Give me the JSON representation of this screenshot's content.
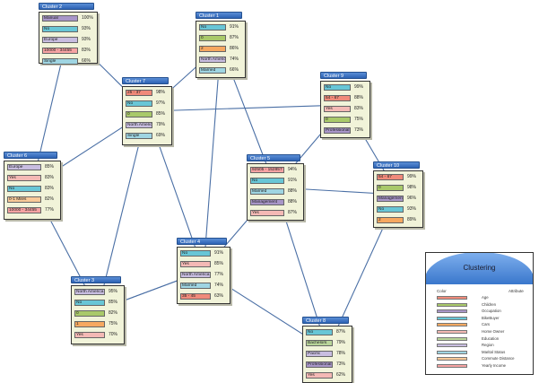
{
  "colors": {
    "Age": "#f08a7a",
    "Children": "#a9c96a",
    "Occupation": "#a896c8",
    "BikeBuyer": "#68c6d6",
    "Cars": "#f6a860",
    "HomeOwner": "#f4b9b5",
    "Education": "#b9d59a",
    "Region": "#c8bde0",
    "MaritalStatus": "#9fd5e2",
    "CommuteDistance": "#f8c998",
    "YearlyIncome": "#f7a3a3"
  },
  "clusters": [
    {
      "id": "c2",
      "title": "Cluster 2",
      "rows": [
        {
          "label": "Manual",
          "value": "100%",
          "attr": "Occupation"
        },
        {
          "label": "No",
          "value": "93%",
          "attr": "BikeBuyer"
        },
        {
          "label": "Europe",
          "value": "93%",
          "attr": "Region"
        },
        {
          "label": "10000 - 34455",
          "value": "83%",
          "attr": "YearlyIncome"
        },
        {
          "label": "Single",
          "value": "66%",
          "attr": "MaritalStatus"
        }
      ]
    },
    {
      "id": "c1",
      "title": "Cluster 1",
      "rows": [
        {
          "label": "No",
          "value": "91%",
          "attr": "BikeBuyer"
        },
        {
          "label": "0",
          "value": "87%",
          "attr": "Children"
        },
        {
          "label": "2",
          "value": "86%",
          "attr": "Cars"
        },
        {
          "label": "North America",
          "value": "74%",
          "attr": "Region"
        },
        {
          "label": "Married",
          "value": "66%",
          "attr": "MaritalStatus"
        }
      ]
    },
    {
      "id": "c7",
      "title": "Cluster 7",
      "rows": [
        {
          "label": "25 - 37",
          "value": "98%",
          "attr": "Age"
        },
        {
          "label": "No",
          "value": "97%",
          "attr": "BikeBuyer"
        },
        {
          "label": "0",
          "value": "85%",
          "attr": "Children"
        },
        {
          "label": "North America",
          "value": "79%",
          "attr": "Region"
        },
        {
          "label": "Single",
          "value": "69%",
          "attr": "MaritalStatus"
        }
      ]
    },
    {
      "id": "c9",
      "title": "Cluster 9",
      "rows": [
        {
          "label": "No",
          "value": "99%",
          "attr": "BikeBuyer"
        },
        {
          "label": "54 - 67",
          "value": "88%",
          "attr": "Age"
        },
        {
          "label": "Yes",
          "value": "83%",
          "attr": "HomeOwner"
        },
        {
          "label": "0",
          "value": "75%",
          "attr": "Children"
        },
        {
          "label": "Professional",
          "value": "73%",
          "attr": "Occupation"
        }
      ]
    },
    {
      "id": "c6",
      "title": "Cluster 6",
      "rows": [
        {
          "label": "Europe",
          "value": "85%",
          "attr": "Region"
        },
        {
          "label": "Yes",
          "value": "83%",
          "attr": "HomeOwner"
        },
        {
          "label": "No",
          "value": "83%",
          "attr": "BikeBuyer"
        },
        {
          "label": "0-1 Miles",
          "value": "82%",
          "attr": "CommuteDistance"
        },
        {
          "label": "10000 - 34455",
          "value": "77%",
          "attr": "YearlyIncome"
        }
      ]
    },
    {
      "id": "c5",
      "title": "Cluster 5",
      "rows": [
        {
          "label": "92505 - 152857",
          "value": "94%",
          "attr": "YearlyIncome"
        },
        {
          "label": "No",
          "value": "91%",
          "attr": "BikeBuyer"
        },
        {
          "label": "Married",
          "value": "88%",
          "attr": "MaritalStatus"
        },
        {
          "label": "Management",
          "value": "88%",
          "attr": "Occupation"
        },
        {
          "label": "Yes",
          "value": "87%",
          "attr": "HomeOwner"
        }
      ]
    },
    {
      "id": "c10",
      "title": "Cluster 10",
      "rows": [
        {
          "label": "54 - 67",
          "value": "99%",
          "attr": "Age"
        },
        {
          "label": "0",
          "value": "98%",
          "attr": "Children"
        },
        {
          "label": "Management",
          "value": "96%",
          "attr": "Occupation"
        },
        {
          "label": "No",
          "value": "93%",
          "attr": "BikeBuyer"
        },
        {
          "label": "2",
          "value": "89%",
          "attr": "Cars"
        }
      ]
    },
    {
      "id": "c4",
      "title": "Cluster 4",
      "rows": [
        {
          "label": "No",
          "value": "91%",
          "attr": "BikeBuyer"
        },
        {
          "label": "Yes",
          "value": "85%",
          "attr": "HomeOwner"
        },
        {
          "label": "North America",
          "value": "77%",
          "attr": "Region"
        },
        {
          "label": "Married",
          "value": "74%",
          "attr": "MaritalStatus"
        },
        {
          "label": "35 - 45",
          "value": "63%",
          "attr": "Age"
        }
      ]
    },
    {
      "id": "c3",
      "title": "Cluster 3",
      "rows": [
        {
          "label": "North America",
          "value": "95%",
          "attr": "Region"
        },
        {
          "label": "No",
          "value": "85%",
          "attr": "BikeBuyer"
        },
        {
          "label": "0",
          "value": "82%",
          "attr": "Children"
        },
        {
          "label": "1",
          "value": "75%",
          "attr": "Cars"
        },
        {
          "label": "Yes",
          "value": "70%",
          "attr": "HomeOwner"
        }
      ]
    },
    {
      "id": "c8",
      "title": "Cluster 8",
      "rows": [
        {
          "label": "No",
          "value": "87%",
          "attr": "BikeBuyer"
        },
        {
          "label": "Bachelors",
          "value": "79%",
          "attr": "Education"
        },
        {
          "label": "Pacific",
          "value": "78%",
          "attr": "Region"
        },
        {
          "label": "Professional",
          "value": "73%",
          "attr": "Occupation"
        },
        {
          "label": "Yes",
          "value": "62%",
          "attr": "HomeOwner"
        }
      ]
    }
  ],
  "edges": [
    [
      "c2",
      "c6"
    ],
    [
      "c2",
      "c7"
    ],
    [
      "c1",
      "c7"
    ],
    [
      "c1",
      "c4"
    ],
    [
      "c1",
      "c5"
    ],
    [
      "c7",
      "c6"
    ],
    [
      "c7",
      "c9"
    ],
    [
      "c7",
      "c4"
    ],
    [
      "c7",
      "c3"
    ],
    [
      "c9",
      "c5"
    ],
    [
      "c9",
      "c10"
    ],
    [
      "c6",
      "c3"
    ],
    [
      "c5",
      "c10"
    ],
    [
      "c5",
      "c4"
    ],
    [
      "c5",
      "c8"
    ],
    [
      "c4",
      "c3"
    ],
    [
      "c4",
      "c8"
    ],
    [
      "c10",
      "c8"
    ],
    [
      "c3",
      "c4"
    ]
  ],
  "legend": {
    "title": "Clustering",
    "col1": "Color",
    "col2": "Attribute",
    "items": [
      {
        "name": "Age",
        "attr": "Age"
      },
      {
        "name": "Children",
        "attr": "Children"
      },
      {
        "name": "Occupation",
        "attr": "Occupation"
      },
      {
        "name": "BikeBuyer",
        "attr": "BikeBuyer"
      },
      {
        "name": "Cars",
        "attr": "Cars"
      },
      {
        "name": "Home Owner",
        "attr": "HomeOwner"
      },
      {
        "name": "Education",
        "attr": "Education"
      },
      {
        "name": "Region",
        "attr": "Region"
      },
      {
        "name": "Marital Status",
        "attr": "MaritalStatus"
      },
      {
        "name": "Commute Distance",
        "attr": "CommuteDistance"
      },
      {
        "name": "Yearly Income",
        "attr": "YearlyIncome"
      }
    ]
  }
}
